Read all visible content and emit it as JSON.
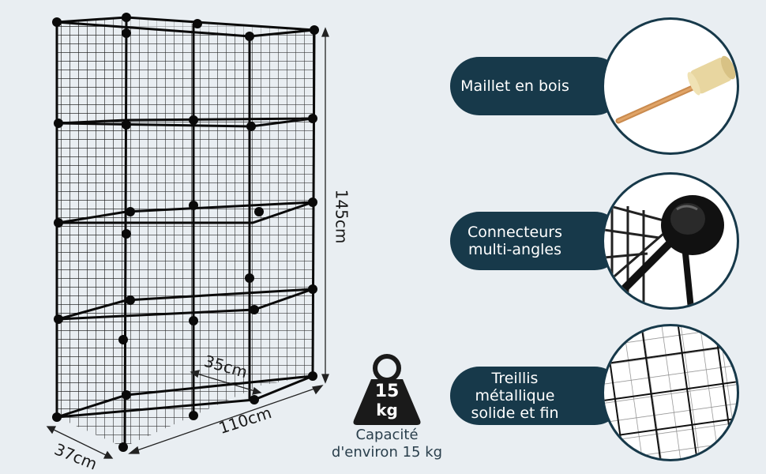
{
  "features": [
    {
      "label": "Maillet en bois",
      "icon": "wooden-mallet-icon"
    },
    {
      "label": "Connecteurs\nmulti-angles",
      "icon": "connector-icon"
    },
    {
      "label": "Treillis\nmétallique\nsolide et fin",
      "icon": "wire-grid-icon"
    }
  ],
  "dimensions": {
    "height": "145cm",
    "width": "110cm",
    "depth": "37cm",
    "cube": "35cm"
  },
  "capacity": {
    "weight_number": "15",
    "weight_unit": "kg",
    "caption_line1": "Capacité",
    "caption_line2": "d'environ 15 kg"
  },
  "colors": {
    "pill": "#17394a",
    "background": "#e9eef2",
    "wire": "#111111"
  }
}
